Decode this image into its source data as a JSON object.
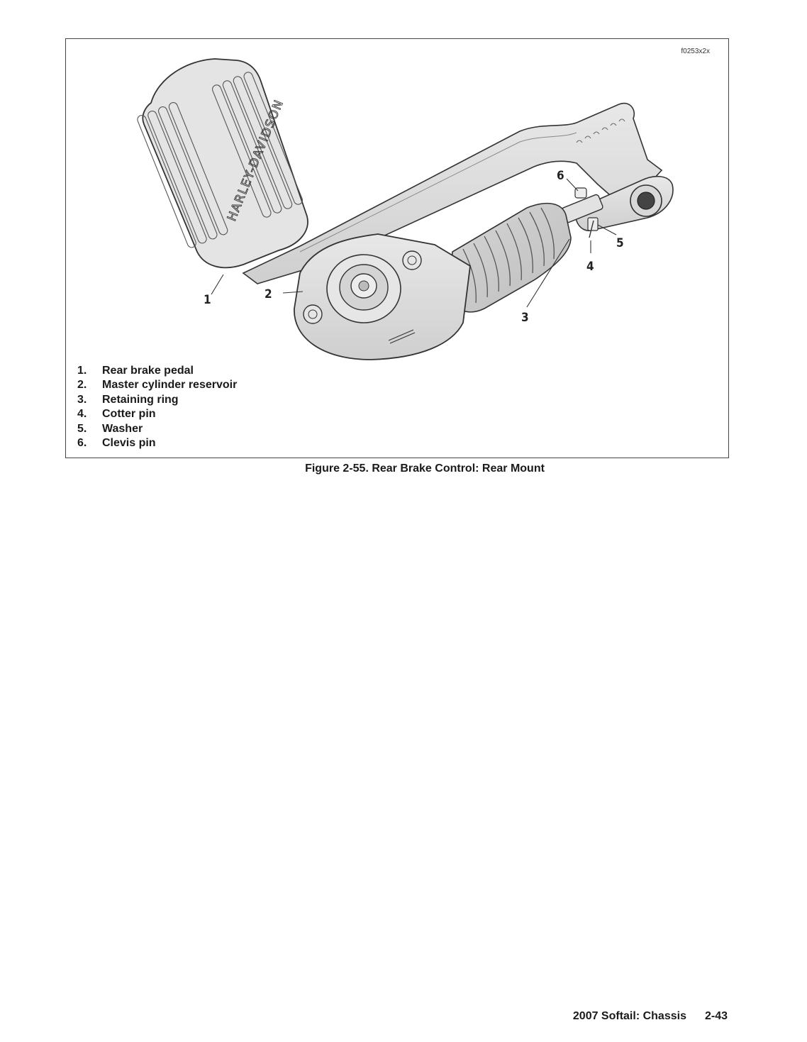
{
  "figure": {
    "id_code": "f0253x2x",
    "callouts": [
      "1",
      "2",
      "3",
      "4",
      "5",
      "6"
    ],
    "brand_text": "HARLEY-DAVIDSON",
    "legend": [
      {
        "num": "1.",
        "label": "Rear brake pedal"
      },
      {
        "num": "2.",
        "label": "Master cylinder reservoir"
      },
      {
        "num": "3.",
        "label": "Retaining ring"
      },
      {
        "num": "4.",
        "label": "Cotter pin"
      },
      {
        "num": "5.",
        "label": "Washer"
      },
      {
        "num": "6.",
        "label": "Clevis pin"
      }
    ],
    "caption": "Figure 2-55. Rear Brake Control: Rear Mount"
  },
  "footer": {
    "section": "2007 Softail: Chassis",
    "page": "2-43"
  }
}
